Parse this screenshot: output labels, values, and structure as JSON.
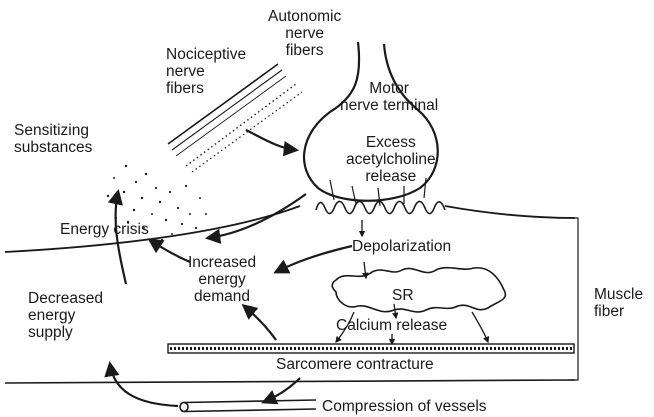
{
  "labels": {
    "autonomic_nerve_fibers": [
      "Autonomic",
      "nerve",
      "fibers"
    ],
    "nociceptive_nerve_fibers": [
      "Nociceptive",
      "nerve",
      "fibers"
    ],
    "motor_nerve_terminal": [
      "Motor",
      "nerve terminal"
    ],
    "sensitizing_substances": [
      "Sensitizing",
      "substances"
    ],
    "excess_acetylcholine_release": [
      "Excess",
      "acetylcholine",
      "release"
    ],
    "energy_crisis": "Energy crisis",
    "depolarization": "Depolarization",
    "increased_energy_demand": [
      "Increased",
      "energy",
      "demand"
    ],
    "sr": "SR",
    "muscle_fiber": [
      "Muscle",
      "fiber"
    ],
    "decreased_energy_supply": [
      "Decreased",
      "energy",
      "supply"
    ],
    "calcium_release": "Calcium release",
    "sarcomere_contracture": "Sarcomere contracture",
    "compression_of_vessels": "Compression of vessels"
  }
}
